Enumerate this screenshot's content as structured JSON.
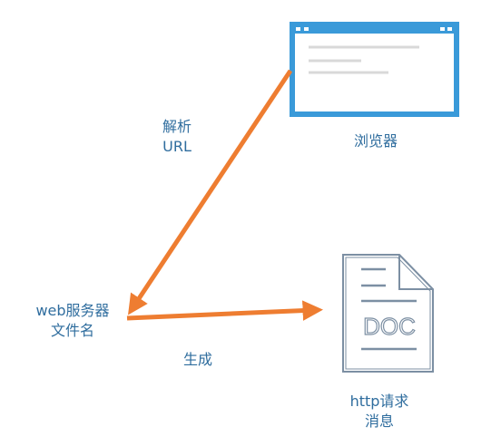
{
  "colors": {
    "arrow": "#ee7d31",
    "browser_frame": "#3a9ad9",
    "browser_lines": "#d9d9d9",
    "doc_outline": "#7c8fa3",
    "label_text": "#2f6d9e"
  },
  "icons": {
    "browser": "browser-window-icon",
    "document": "doc-file-icon"
  },
  "nodes": {
    "browser": {
      "label": "浏览器"
    },
    "server": {
      "line1": "web服务器",
      "line2": "文件名"
    },
    "http": {
      "line1": "http请求",
      "line2": "消息"
    }
  },
  "edges": {
    "parse": {
      "line1": "解析",
      "line2": "URL"
    },
    "generate": {
      "label": "生成"
    }
  },
  "doc_icon_text": "DOC"
}
